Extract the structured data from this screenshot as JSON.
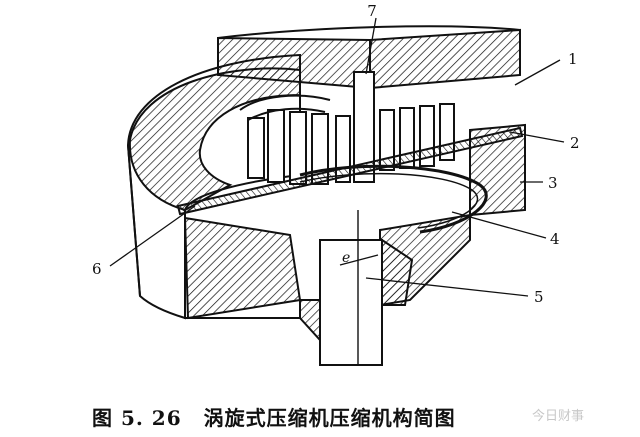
{
  "figure": {
    "callouts": {
      "c1": "1",
      "c2": "2",
      "c3": "3",
      "c4": "4",
      "c5": "5",
      "c6": "6",
      "c7": "7",
      "shaft_e": "e"
    },
    "caption_number": "图 5. 26",
    "caption_title": "涡旋式压缩机压缩机构简图"
  },
  "watermark": "今日财事",
  "colors": {
    "ink": "#111111",
    "paper": "#ffffff",
    "watermark": "#c8c8c8"
  }
}
